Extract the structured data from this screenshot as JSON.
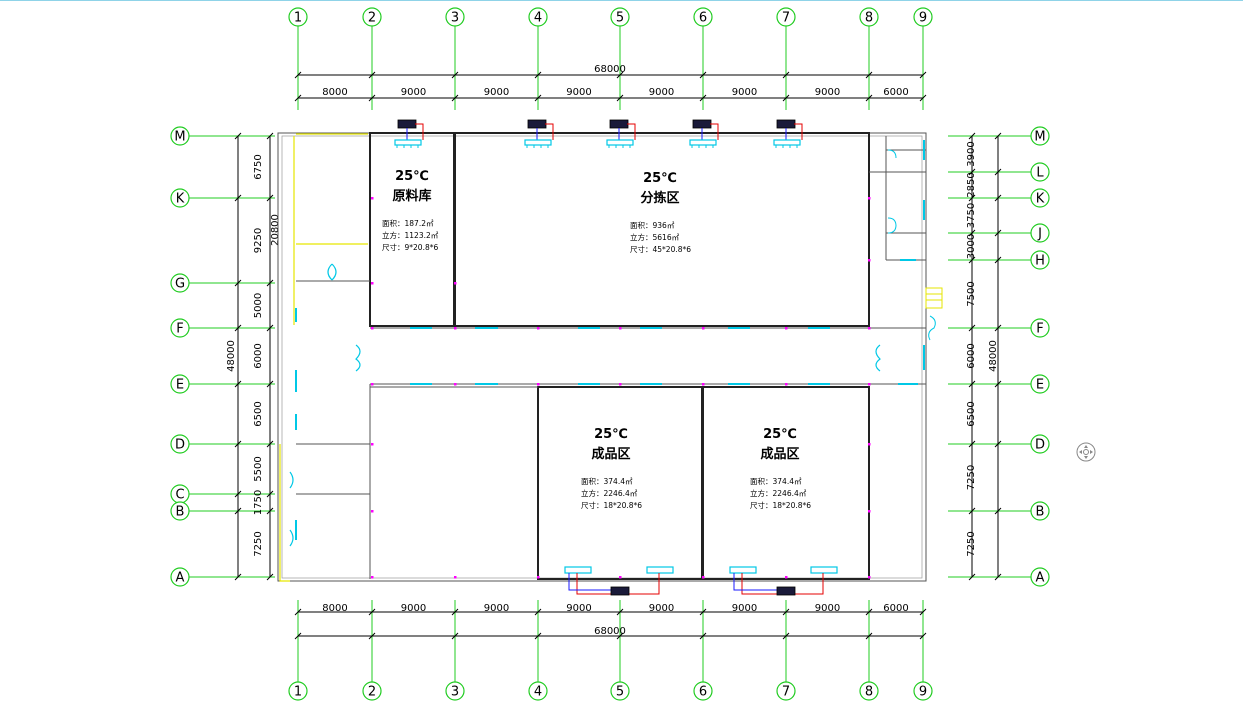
{
  "columns": [
    "1",
    "2",
    "3",
    "4",
    "5",
    "6",
    "7",
    "8",
    "9"
  ],
  "column_spacings": [
    "8000",
    "9000",
    "9000",
    "9000",
    "9000",
    "9000",
    "9000",
    "6000"
  ],
  "bottom_spacings": [
    "8000",
    "9000",
    "9000",
    "9000",
    "9000",
    "9000",
    "9000",
    "6000"
  ],
  "total_width": "68000",
  "rows_left": [
    "M",
    "K",
    "G",
    "F",
    "E",
    "D",
    "C",
    "B",
    "A"
  ],
  "rows_right": [
    "M",
    "L",
    "K",
    "J",
    "H",
    "F",
    "E",
    "D",
    "B",
    "A"
  ],
  "left_dims": [
    "6750",
    "9250",
    "5000",
    "6000",
    "6500",
    "5500",
    "1750",
    "7250"
  ],
  "left_sub_dim": "20800",
  "left_total": "48000",
  "right_dims": [
    "3900",
    "2850",
    "3750",
    "3000",
    "7500",
    "6000",
    "6500",
    "7250",
    "7250"
  ],
  "right_total": "48000",
  "rooms": [
    {
      "temp": "25℃",
      "name": "原料库",
      "area": "面积：187.2㎡",
      "volume": "立方：1123.2㎡",
      "size": "尺寸：9*20.8*6"
    },
    {
      "temp": "25℃",
      "name": "分拣区",
      "area": "面积：936㎡",
      "volume": "立方：5616㎡",
      "size": "尺寸：45*20.8*6"
    },
    {
      "temp": "25℃",
      "name": "成品区",
      "area": "面积：374.4㎡",
      "volume": "立方：2246.4㎡",
      "size": "尺寸：18*20.8*6"
    },
    {
      "temp": "25℃",
      "name": "成品区",
      "area": "面积：374.4㎡",
      "volume": "立方：2246.4㎡",
      "size": "尺寸：18*20.8*6"
    }
  ],
  "colors": {
    "grid": "#22cc22",
    "wall": "#555555",
    "door": "#00c8e6",
    "accent": "#ff00ff",
    "highlight": "#e6e600",
    "pipe_red": "#e60000",
    "pipe_blue": "#1a1aff"
  },
  "icons": {
    "nav": "pan-navigation-icon"
  }
}
